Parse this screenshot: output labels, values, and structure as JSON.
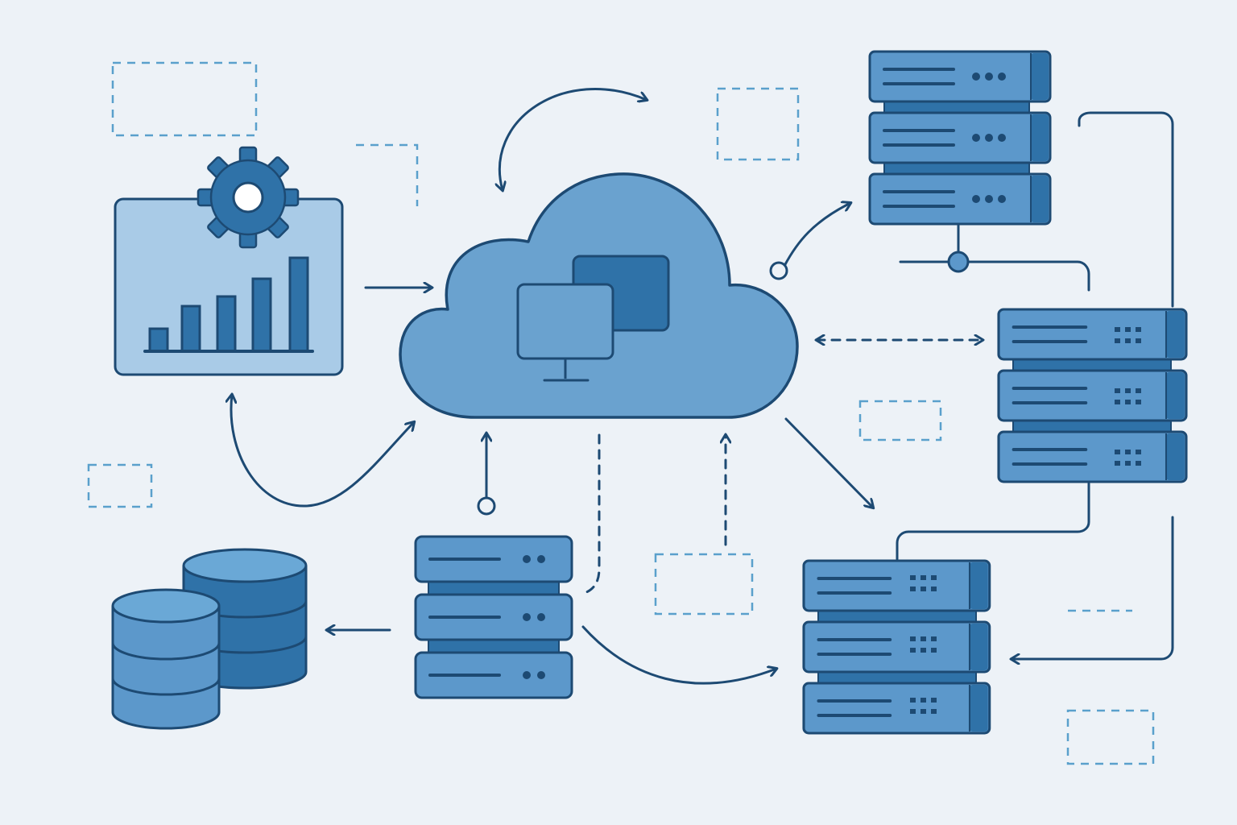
{
  "diagram": {
    "type": "cloud-infrastructure-illustration",
    "text": []
  },
  "colors": {
    "background": "#edf2f7",
    "outline": "#1d4a73",
    "cloud_fill": "#6aa2cf",
    "panel_fill": "#a9cbe7",
    "server_fill": "#5c98cb",
    "server_dark": "#2f72a8",
    "database_light": "#6aa8d6",
    "database_dark": "#2f72a8",
    "placeholder_dash": "#5aa0cc"
  },
  "icons": {
    "cloud": "cloud-icon",
    "dashboard": "analytics-dashboard-icon",
    "gear": "gear-icon",
    "monitor": "monitor-icon",
    "server": "server-rack-icon",
    "database": "database-icon"
  },
  "nodes": [
    {
      "id": "cloud",
      "icon": "cloud-icon"
    },
    {
      "id": "dashboard",
      "icon": "analytics-dashboard-icon"
    },
    {
      "id": "server-top-right",
      "icon": "server-rack-icon",
      "units": 3
    },
    {
      "id": "server-mid-right",
      "icon": "server-rack-icon",
      "units": 3
    },
    {
      "id": "server-bottom-right",
      "icon": "server-rack-icon",
      "units": 3
    },
    {
      "id": "server-bottom-center",
      "icon": "server-rack-icon",
      "units": 3
    },
    {
      "id": "database",
      "icon": "database-icon",
      "cylinders": 2
    }
  ],
  "connections": [
    {
      "from": "dashboard",
      "to": "cloud",
      "style": "solid",
      "arrow": "end"
    },
    {
      "from": "cloud",
      "to": "dashboard",
      "style": "solid-curve",
      "arrow": "both"
    },
    {
      "from": "cloud",
      "to": "cloud",
      "style": "solid-arc",
      "arrow": "both"
    },
    {
      "from": "cloud",
      "to": "server-top-right",
      "style": "solid-curve",
      "arrow": "end"
    },
    {
      "from": "cloud",
      "to": "server-mid-right",
      "style": "dashed",
      "arrow": "both"
    },
    {
      "from": "cloud",
      "to": "server-bottom-right",
      "style": "solid",
      "arrow": "end"
    },
    {
      "from": "server-bottom-center",
      "to": "cloud",
      "style": "solid",
      "arrow": "end"
    },
    {
      "from": "server-bottom-center",
      "to": "database",
      "style": "solid",
      "arrow": "end"
    },
    {
      "from": "server-bottom-center",
      "to": "server-bottom-right",
      "style": "solid-curve",
      "arrow": "end"
    },
    {
      "from": "server-bottom-center",
      "to": "cloud",
      "style": "dashed",
      "arrow": "none"
    },
    {
      "from": "placeholder",
      "to": "cloud",
      "style": "dashed",
      "arrow": "end"
    },
    {
      "from": "server-top-right",
      "to": "server-mid-right",
      "style": "solid",
      "arrow": "none"
    },
    {
      "from": "server-mid-right",
      "to": "server-bottom-right",
      "style": "solid",
      "arrow": "none"
    },
    {
      "from": "server-top-right",
      "to": "server-bottom-right",
      "style": "solid",
      "arrow": "end"
    }
  ]
}
